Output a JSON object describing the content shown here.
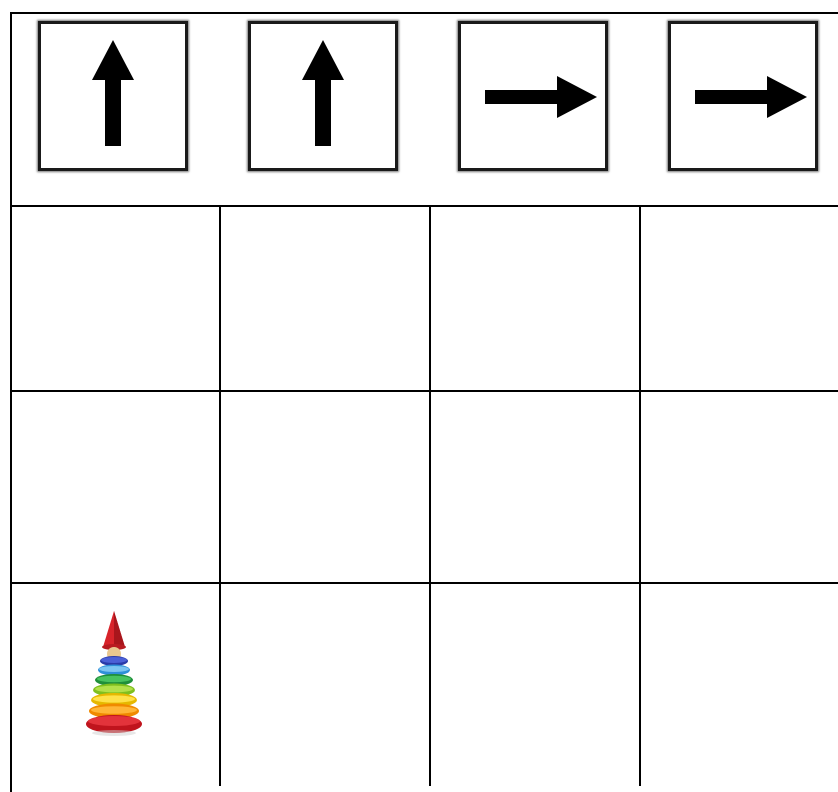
{
  "command_bar": {
    "cards": [
      {
        "direction": "up",
        "icon": "arrow-up-icon"
      },
      {
        "direction": "up",
        "icon": "arrow-up-icon"
      },
      {
        "direction": "right",
        "icon": "arrow-right-icon"
      },
      {
        "direction": "right",
        "icon": "arrow-right-icon"
      }
    ]
  },
  "grid": {
    "rows": 3,
    "columns": 4,
    "toy": {
      "icon": "pyramid-toy-icon",
      "row": 3,
      "column": 1
    }
  },
  "colors": {
    "line": "#000000",
    "background": "#ffffff"
  }
}
